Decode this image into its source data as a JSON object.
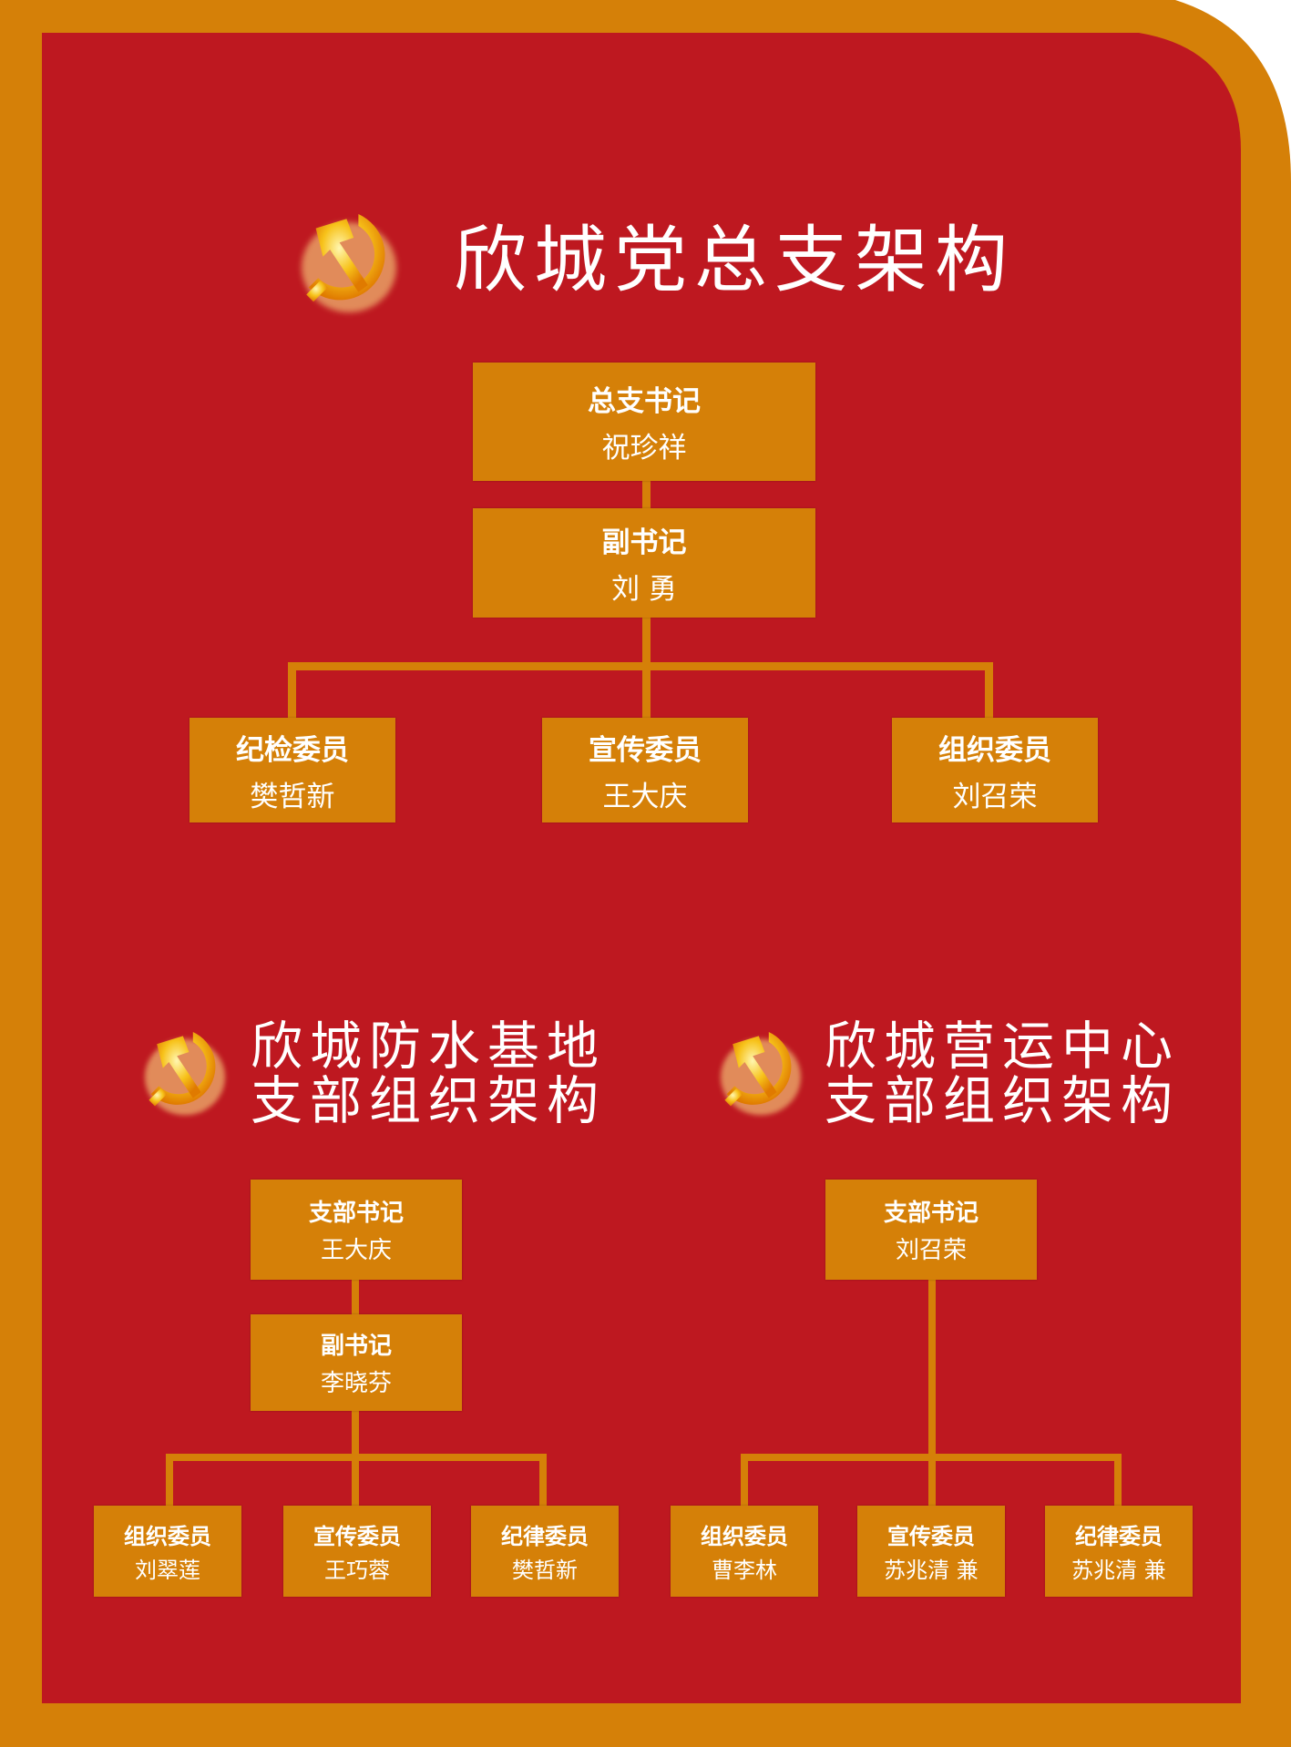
{
  "colors": {
    "background_red": "#be1820",
    "frame_gold": "#d58008",
    "text": "#ffffff"
  },
  "emblem_icon": "party-emblem-icon",
  "top": {
    "title": "欣城党总支架构",
    "secretary": {
      "role": "总支书记",
      "name": "祝珍祥"
    },
    "deputy": {
      "role": "副书记",
      "name": "刘 勇"
    },
    "members": [
      {
        "role": "纪检委员",
        "name": "樊哲新"
      },
      {
        "role": "宣传委员",
        "name": "王大庆"
      },
      {
        "role": "组织委员",
        "name": "刘召荣"
      }
    ]
  },
  "left": {
    "title_line1": "欣城防水基地",
    "title_line2": "支部组织架构",
    "secretary": {
      "role": "支部书记",
      "name": "王大庆"
    },
    "deputy": {
      "role": "副书记",
      "name": "李晓芬"
    },
    "members": [
      {
        "role": "组织委员",
        "name": "刘翠莲"
      },
      {
        "role": "宣传委员",
        "name": "王巧蓉"
      },
      {
        "role": "纪律委员",
        "name": "樊哲新"
      }
    ]
  },
  "right": {
    "title_line1": "欣城营运中心",
    "title_line2": "支部组织架构",
    "secretary": {
      "role": "支部书记",
      "name": "刘召荣"
    },
    "members": [
      {
        "role": "组织委员",
        "name": "曹李林"
      },
      {
        "role": "宣传委员",
        "name": "苏兆清 兼"
      },
      {
        "role": "纪律委员",
        "name": "苏兆清 兼"
      }
    ]
  }
}
